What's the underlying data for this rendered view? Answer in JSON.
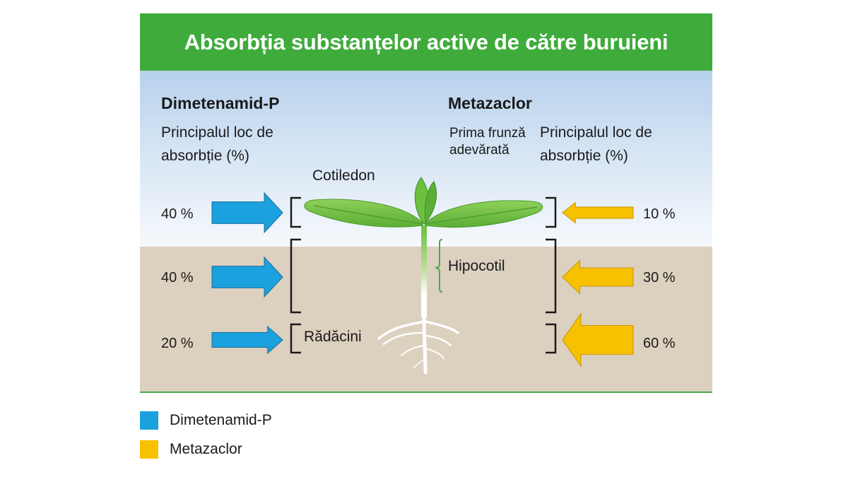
{
  "title": "Absorbția substanțelor active de către buruieni",
  "left": {
    "heading": "Dimetenamid-P",
    "subtitle_line1": "Principalul loc de",
    "subtitle_line2": "absorbție (%)",
    "color": "#1ba1dd",
    "values": [
      {
        "zone": "Cotiledon",
        "percent": 40,
        "label": "40 %"
      },
      {
        "zone": "Hipocotil",
        "percent": 40,
        "label": "40 %"
      },
      {
        "zone": "Rădăcini",
        "percent": 20,
        "label": "20 %"
      }
    ]
  },
  "right": {
    "heading": "Metazaclor",
    "subtitle_line1": "Principalul loc de",
    "subtitle_line2": "absorbție (%)",
    "color": "#f8c100",
    "values": [
      {
        "zone": "Prima frunză adevărată",
        "percent": 10,
        "label": "10 %"
      },
      {
        "zone": "Hipocotil",
        "percent": 30,
        "label": "30 %"
      },
      {
        "zone": "Rădăcini",
        "percent": 60,
        "label": "60 %"
      }
    ]
  },
  "plant_labels": {
    "cotiledon": "Cotiledon",
    "first_leaf": "Prima frunză adevărată",
    "hipocotil": "Hipocotil",
    "radacini": "Rădăcini"
  },
  "legend": [
    {
      "label": "Dimetenamid-P",
      "color": "#1ba1dd"
    },
    {
      "label": "Metazaclor",
      "color": "#f8c100"
    }
  ],
  "colors": {
    "title_bg": "#3eab3b",
    "leaf": "#6cbf3f",
    "leaf_dark": "#3f8f2a",
    "soil": "#dcd0bf",
    "bracket": "#1a1a1a",
    "hypocotyl_bracket": "#4aa84b"
  }
}
